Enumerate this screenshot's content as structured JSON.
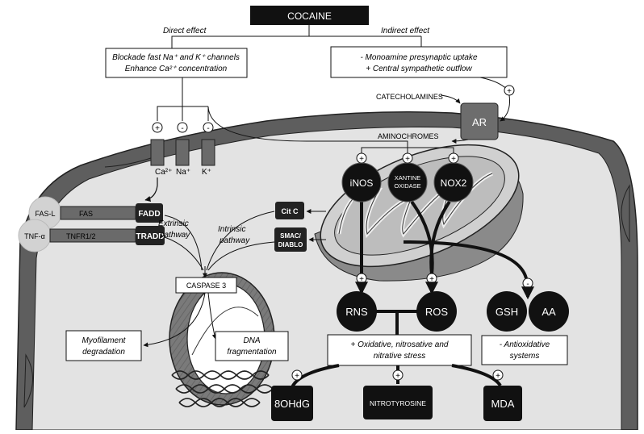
{
  "top": {
    "cocaine": "COCAINE",
    "direct_effect": "Direct effect",
    "indirect_effect": "Indirect effect",
    "direct_box_line1": "Blockade fast Na⁺ and K⁺ channels",
    "direct_box_line2": "Enhance Ca²⁺ concentration",
    "indirect_box_line1": "- Monoamine presynaptic uptake",
    "indirect_box_line2": "+ Central sympathetic outflow"
  },
  "receptors": {
    "catecholamines": "CATECHOLAMINES",
    "ar": "AR",
    "aminochromes": "AMINOCHROMES"
  },
  "channels": [
    {
      "name": "Ca²⁺",
      "sign": "+"
    },
    {
      "name": "Na⁺",
      "sign": "-"
    },
    {
      "name": "K⁺",
      "sign": "-"
    }
  ],
  "enzymes": {
    "inos": "iNOS",
    "xo_line1": "XANTINE",
    "xo_line2": "OXIDASE",
    "nox2": "NOX2"
  },
  "death_receptors": {
    "fasl": "FAS-L",
    "fas": "FAS",
    "fadd": "FADD",
    "tnfa": "TNF-α",
    "tnfr": "TNFR1/2",
    "tradd": "TRADD"
  },
  "pathways": {
    "extrinsic_1": "Extrinsic",
    "extrinsic_2": "pathway",
    "intrinsic_1": "Intrinsic",
    "intrinsic_2": "pathway",
    "citc": "Cit C",
    "smac_1": "SMAC/",
    "smac_2": "DIABLO",
    "caspase": "CASPASE 3"
  },
  "outcomes": {
    "myo_1": "Myofilament",
    "myo_2": "degradation",
    "dna_1": "DNA",
    "dna_2": "fragmentation"
  },
  "species": {
    "rns": "RNS",
    "ros": "ROS",
    "gsh": "GSH",
    "aa": "AA"
  },
  "stress": {
    "line1": "+ Oxidative, nitrosative and",
    "line2": "nitrative stress",
    "anti_1": "- Antioxidative",
    "anti_2": "systems"
  },
  "markers": {
    "ohdg": "8OHdG",
    "nitro": "NITROTYROSINE",
    "mda": "MDA"
  },
  "signs": {
    "plus": "+",
    "minus": "-"
  }
}
